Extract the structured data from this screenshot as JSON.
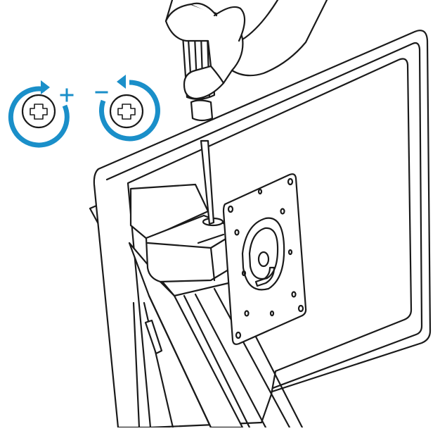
{
  "figure": {
    "colors": {
      "line": "#1a1a1a",
      "accent_blue": "#1a8fc9",
      "background": "#ffffff"
    },
    "rotation_indicators": [
      {
        "name": "tighten",
        "direction": "clockwise",
        "sign": "+",
        "icon": "rotate-clockwise-screw-icon"
      },
      {
        "name": "loosen",
        "direction": "counter-clockwise",
        "sign": "−",
        "icon": "rotate-counterclockwise-screw-icon"
      }
    ],
    "illustration": {
      "icon": "monitor-stand-vesa-plate-icon",
      "tool_icon": "screwdriver-in-hand-icon"
    }
  }
}
